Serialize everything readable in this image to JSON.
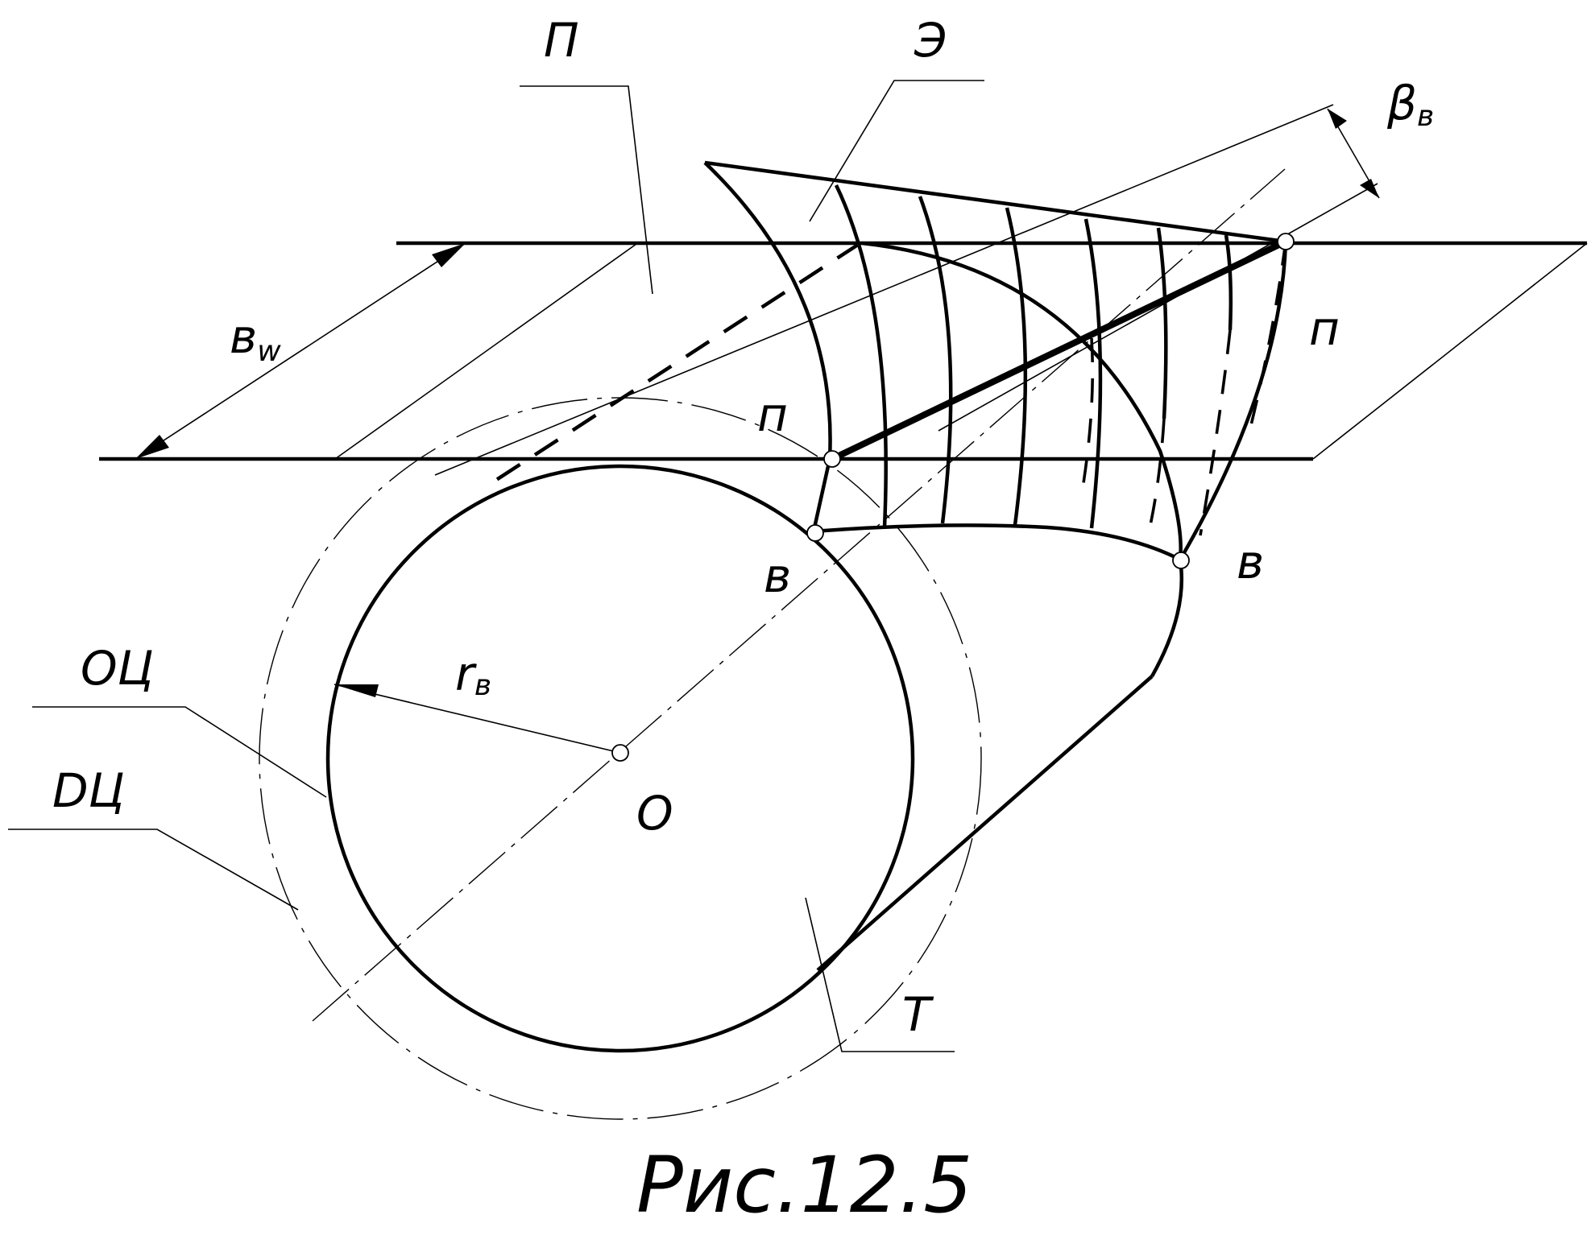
{
  "figure": {
    "caption": "Рис.12.5"
  },
  "labels": {
    "plane_P": "П",
    "element_E": "Э",
    "beta_main": "β",
    "beta_sub": "в",
    "width_main": "в",
    "width_sub": "w",
    "point_n_left": "п",
    "point_n_right": "п",
    "point_b_left": "в",
    "point_b_right": "в",
    "radius_main": "r",
    "radius_sub": "в",
    "center_O": "О",
    "circle_OC": "ОЦ",
    "circle_DC": "DЦ",
    "body_T": "Т"
  }
}
